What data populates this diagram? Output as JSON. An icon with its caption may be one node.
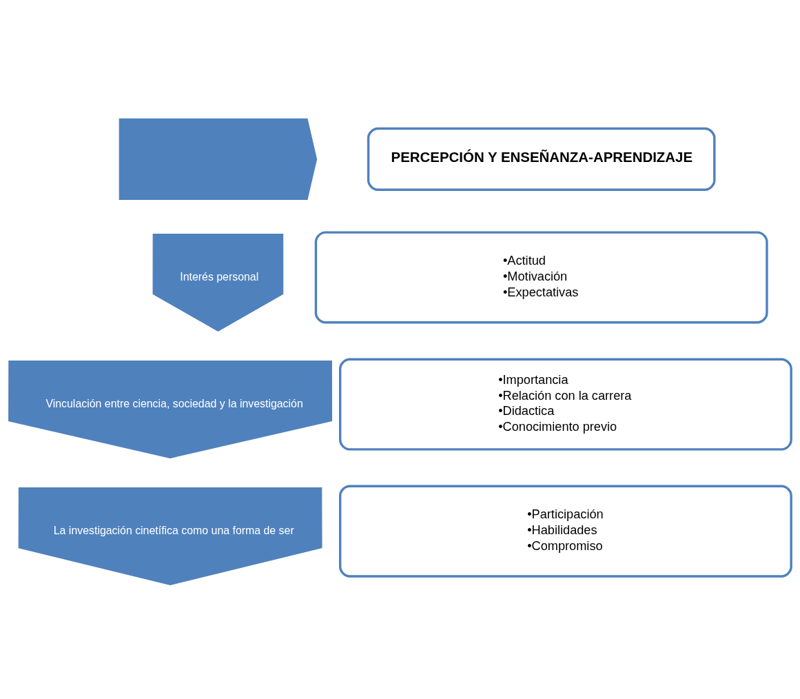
{
  "diagram": {
    "nodes": [
      {
        "text": [],
        "shape": "chevron"
      },
      {
        "text": [
          "PERCEPCIÓN Y ENSEÑANZA-APRENDIZAJE"
        ]
      },
      {
        "text": [
          "Interés personal"
        ]
      },
      {
        "text": [
          "•Actitud",
          "•Motivación",
          "•Expectativas"
        ]
      },
      {
        "text": [
          "Vinculación entre ciencia, sociedad y la investigación"
        ]
      },
      {
        "text": [
          "•Importancia",
          "•Relación con la carrera",
          "•Didactica",
          "•Conocimiento previo"
        ]
      },
      {
        "text": [
          "La investigación cinetífica como una forma de ser"
        ]
      },
      {
        "text": [
          "•Participación",
          "•Habilidades",
          "•Compromiso"
        ]
      }
    ]
  }
}
